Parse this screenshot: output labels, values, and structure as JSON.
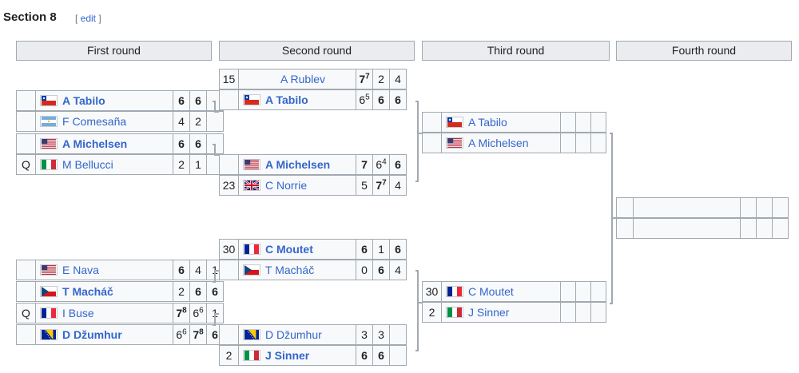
{
  "section": {
    "title": "Section 8",
    "edit_open": "[ ",
    "edit_label": "edit",
    "edit_close": " ]"
  },
  "rounds": [
    "First round",
    "Second round",
    "Third round",
    "Fourth round"
  ],
  "matches": {
    "r1": [
      {
        "players": [
          {
            "seed": "",
            "flag": "CHL",
            "name": "A Tabilo",
            "winner": true,
            "scores": [
              {
                "v": "6",
                "tb": ""
              },
              {
                "v": "6",
                "tb": ""
              }
            ],
            "win_sets": [
              0,
              1
            ]
          },
          {
            "seed": "",
            "flag": "ARG",
            "name": "F Comesaña",
            "winner": false,
            "scores": [
              {
                "v": "4",
                "tb": ""
              },
              {
                "v": "2",
                "tb": ""
              }
            ],
            "win_sets": []
          }
        ]
      },
      {
        "players": [
          {
            "seed": "",
            "flag": "USA",
            "name": "A Michelsen",
            "winner": true,
            "scores": [
              {
                "v": "6",
                "tb": ""
              },
              {
                "v": "6",
                "tb": ""
              }
            ],
            "win_sets": [
              0,
              1
            ]
          },
          {
            "seed": "Q",
            "flag": "ITA",
            "name": "M Bellucci",
            "winner": false,
            "scores": [
              {
                "v": "2",
                "tb": ""
              },
              {
                "v": "1",
                "tb": ""
              }
            ],
            "win_sets": []
          }
        ]
      },
      {
        "players": [
          {
            "seed": "",
            "flag": "USA",
            "name": "E Nava",
            "winner": false,
            "scores": [
              {
                "v": "6",
                "tb": ""
              },
              {
                "v": "4",
                "tb": ""
              },
              {
                "v": "1",
                "tb": ""
              }
            ],
            "win_sets": [
              0
            ]
          },
          {
            "seed": "",
            "flag": "CZE",
            "name": "T Macháč",
            "winner": true,
            "scores": [
              {
                "v": "2",
                "tb": ""
              },
              {
                "v": "6",
                "tb": ""
              },
              {
                "v": "6",
                "tb": ""
              }
            ],
            "win_sets": [
              1,
              2
            ]
          }
        ]
      },
      {
        "players": [
          {
            "seed": "Q",
            "flag": "FRA",
            "name": "I Buse",
            "winner": false,
            "scores": [
              {
                "v": "7",
                "tb": "8"
              },
              {
                "v": "6",
                "tb": "6"
              },
              {
                "v": "1",
                "tb": ""
              }
            ],
            "win_sets": [
              0
            ]
          },
          {
            "seed": "",
            "flag": "BIH",
            "name": "D Džumhur",
            "winner": true,
            "scores": [
              {
                "v": "6",
                "tb": "6"
              },
              {
                "v": "7",
                "tb": "8"
              },
              {
                "v": "6",
                "tb": ""
              }
            ],
            "win_sets": [
              1,
              2
            ]
          }
        ]
      }
    ],
    "r2": [
      {
        "players": [
          {
            "seed": "15",
            "flag": "",
            "name": "A Rublev",
            "winner": false,
            "scores": [
              {
                "v": "7",
                "tb": "7"
              },
              {
                "v": "2",
                "tb": ""
              },
              {
                "v": "4",
                "tb": ""
              }
            ],
            "win_sets": [
              0
            ]
          },
          {
            "seed": "",
            "flag": "CHL",
            "name": "A Tabilo",
            "winner": true,
            "scores": [
              {
                "v": "6",
                "tb": "5"
              },
              {
                "v": "6",
                "tb": ""
              },
              {
                "v": "6",
                "tb": ""
              }
            ],
            "win_sets": [
              1,
              2
            ]
          }
        ]
      },
      {
        "players": [
          {
            "seed": "",
            "flag": "USA",
            "name": "A Michelsen",
            "winner": true,
            "scores": [
              {
                "v": "7",
                "tb": ""
              },
              {
                "v": "6",
                "tb": "4"
              },
              {
                "v": "6",
                "tb": ""
              }
            ],
            "win_sets": [
              0,
              2
            ]
          },
          {
            "seed": "23",
            "flag": "GBR",
            "name": "C Norrie",
            "winner": false,
            "scores": [
              {
                "v": "5",
                "tb": ""
              },
              {
                "v": "7",
                "tb": "7"
              },
              {
                "v": "4",
                "tb": ""
              }
            ],
            "win_sets": [
              1
            ]
          }
        ]
      },
      {
        "players": [
          {
            "seed": "30",
            "flag": "FRA",
            "name": "C Moutet",
            "winner": true,
            "scores": [
              {
                "v": "6",
                "tb": ""
              },
              {
                "v": "1",
                "tb": ""
              },
              {
                "v": "6",
                "tb": ""
              }
            ],
            "win_sets": [
              0,
              2
            ]
          },
          {
            "seed": "",
            "flag": "CZE",
            "name": "T Macháč",
            "winner": false,
            "scores": [
              {
                "v": "0",
                "tb": ""
              },
              {
                "v": "6",
                "tb": ""
              },
              {
                "v": "4",
                "tb": ""
              }
            ],
            "win_sets": [
              1
            ]
          }
        ]
      },
      {
        "players": [
          {
            "seed": "",
            "flag": "BIH",
            "name": "D Džumhur",
            "winner": false,
            "scores": [
              {
                "v": "3",
                "tb": ""
              },
              {
                "v": "3",
                "tb": ""
              },
              {
                "v": "",
                "tb": ""
              }
            ],
            "win_sets": []
          },
          {
            "seed": "2",
            "flag": "ITA",
            "name": "J Sinner",
            "winner": true,
            "scores": [
              {
                "v": "6",
                "tb": ""
              },
              {
                "v": "6",
                "tb": ""
              },
              {
                "v": "",
                "tb": ""
              }
            ],
            "win_sets": [
              0,
              1
            ]
          }
        ]
      }
    ],
    "r3": [
      {
        "players": [
          {
            "seed": "",
            "flag": "CHL",
            "name": "A Tabilo",
            "winner": false,
            "scores": [
              {
                "v": "",
                "tb": ""
              },
              {
                "v": "",
                "tb": ""
              },
              {
                "v": "",
                "tb": ""
              }
            ],
            "win_sets": []
          },
          {
            "seed": "",
            "flag": "USA",
            "name": "A Michelsen",
            "winner": false,
            "scores": [
              {
                "v": "",
                "tb": ""
              },
              {
                "v": "",
                "tb": ""
              },
              {
                "v": "",
                "tb": ""
              }
            ],
            "win_sets": []
          }
        ]
      },
      {
        "players": [
          {
            "seed": "30",
            "flag": "FRA",
            "name": "C Moutet",
            "winner": false,
            "scores": [
              {
                "v": "",
                "tb": ""
              },
              {
                "v": "",
                "tb": ""
              },
              {
                "v": "",
                "tb": ""
              }
            ],
            "win_sets": []
          },
          {
            "seed": "2",
            "flag": "ITA",
            "name": "J Sinner",
            "winner": false,
            "scores": [
              {
                "v": "",
                "tb": ""
              },
              {
                "v": "",
                "tb": ""
              },
              {
                "v": "",
                "tb": ""
              }
            ],
            "win_sets": []
          }
        ]
      }
    ],
    "r4": [
      {
        "players": [
          {
            "seed": "",
            "flag": "",
            "name": "",
            "winner": false,
            "scores": [
              {
                "v": "",
                "tb": ""
              },
              {
                "v": "",
                "tb": ""
              },
              {
                "v": "",
                "tb": ""
              }
            ],
            "win_sets": []
          },
          {
            "seed": "",
            "flag": "",
            "name": "",
            "winner": false,
            "scores": [
              {
                "v": "",
                "tb": ""
              },
              {
                "v": "",
                "tb": ""
              },
              {
                "v": "",
                "tb": ""
              }
            ],
            "win_sets": []
          }
        ]
      }
    ]
  },
  "colors": {
    "link": "#3366cc",
    "cell_bg": "#f8f9fa",
    "border": "#a2a9b1",
    "header_bg": "#eaecf0"
  }
}
